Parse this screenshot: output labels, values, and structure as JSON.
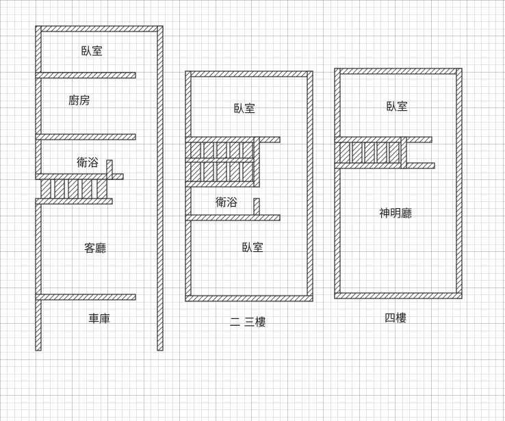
{
  "colors": {
    "background": "#ffffff",
    "grid_minor": "#c9c9c9",
    "grid_major": "#9a9a9a",
    "wall_stroke": "#2b2b2b",
    "wall_hatch": "#555555"
  },
  "building_1": {
    "bedroom": "臥室",
    "kitchen": "廚房",
    "bathroom": "衛浴",
    "living_room": "客廳",
    "garage": "車庫"
  },
  "building_2": {
    "bedroom_upper": "臥室",
    "bathroom": "衛浴",
    "bedroom_lower": "臥室",
    "floor_label": "二 三樓"
  },
  "building_3": {
    "bedroom": "臥室",
    "shrine_hall": "神明廳",
    "floor_label": "四樓"
  }
}
